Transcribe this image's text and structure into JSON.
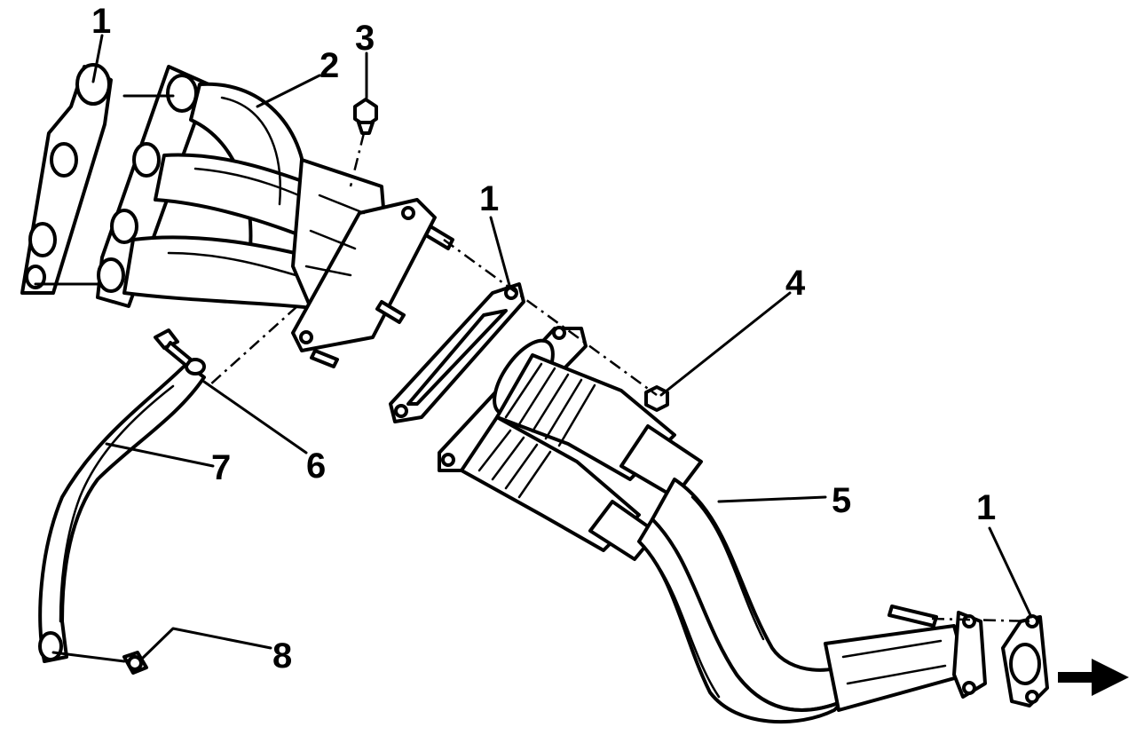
{
  "callouts": [
    {
      "id": "c1a",
      "text": "1"
    },
    {
      "id": "c2",
      "text": "2"
    },
    {
      "id": "c3",
      "text": "3"
    },
    {
      "id": "c1b",
      "text": "1"
    },
    {
      "id": "c4",
      "text": "4"
    },
    {
      "id": "c6",
      "text": "6"
    },
    {
      "id": "c7",
      "text": "7"
    },
    {
      "id": "c5",
      "text": "5"
    },
    {
      "id": "c1c",
      "text": "1"
    },
    {
      "id": "c8",
      "text": "8"
    }
  ],
  "colors": {
    "ink": "#000000",
    "paper": "#ffffff"
  },
  "icons": {
    "flow_arrow": "arrow-right-icon"
  }
}
